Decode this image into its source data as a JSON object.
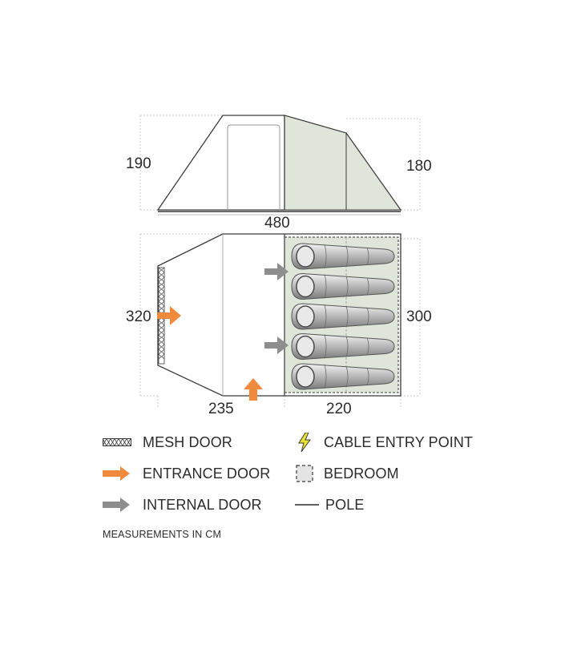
{
  "dimensions": {
    "side_left_height": "190",
    "side_right_height": "180",
    "overall_length": "480",
    "floor_left_width": "320",
    "floor_right_width": "300",
    "living_length": "235",
    "bedroom_length": "220"
  },
  "legend": {
    "mesh_door": "MESH DOOR",
    "entrance_door": "ENTRANCE DOOR",
    "internal_door": "INTERNAL DOOR",
    "cable_entry": "CABLE ENTRY POINT",
    "bedroom": "BEDROOM",
    "pole": "POLE"
  },
  "note": "MEASUREMENTS IN CM",
  "colors": {
    "outline": "#3a3a3a",
    "bedroom_fill": "#dfe5d8",
    "entrance_arrow": "#f08a3c",
    "internal_arrow": "#8e8e8e",
    "cable_bolt": "#e8e233",
    "guide_line": "#c8c8c8"
  },
  "sleeping_bags": 5
}
